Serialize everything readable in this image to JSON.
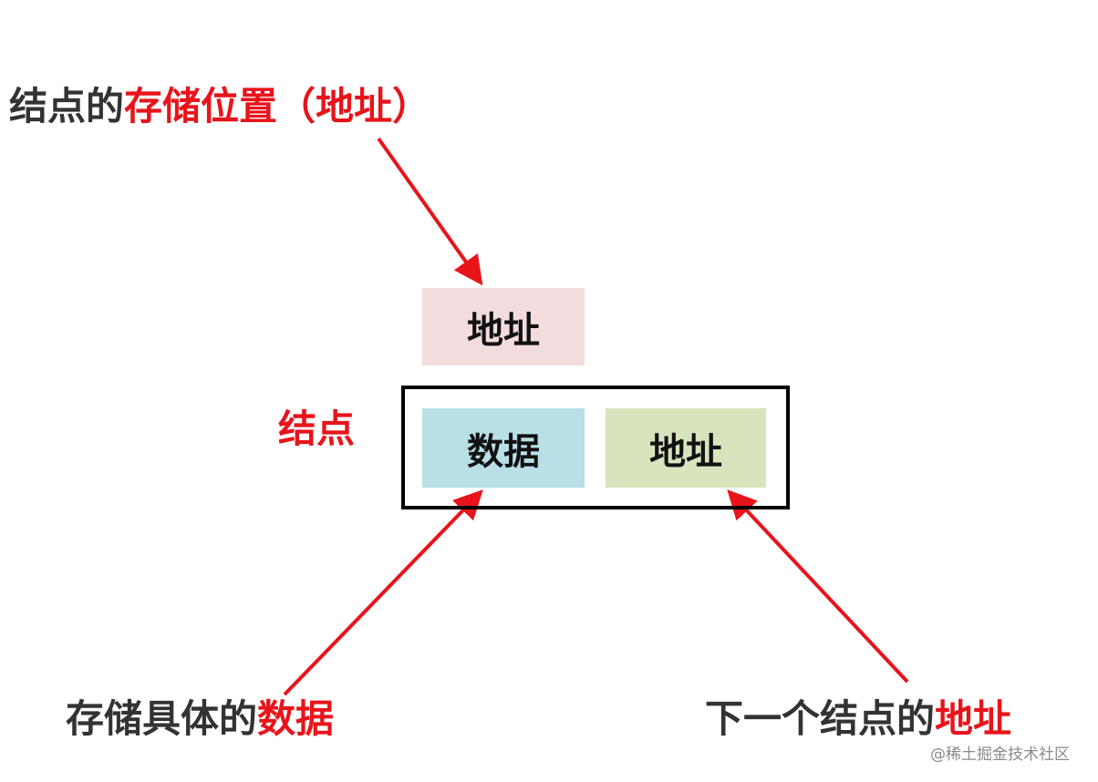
{
  "top_label": {
    "prefix": "结点的",
    "highlight": "存储位置（地址）"
  },
  "node_label": "结点",
  "address_box_top": "地址",
  "node": {
    "data_cell": "数据",
    "next_address_cell": "地址"
  },
  "bottom_left_label": {
    "prefix": "存储具体的",
    "highlight": "数据"
  },
  "bottom_right_label": {
    "prefix": "下一个结点的",
    "highlight": "地址"
  },
  "watermark": "@稀土掘金技术社区",
  "colors": {
    "arrow": "#e8141b",
    "highlight_text": "#e8141b",
    "dark_text": "#333333",
    "address_box_top": "#f2dcdd",
    "data_cell": "#b9dfe7",
    "next_address_cell": "#d7e4bd",
    "node_frame": "#000000"
  }
}
